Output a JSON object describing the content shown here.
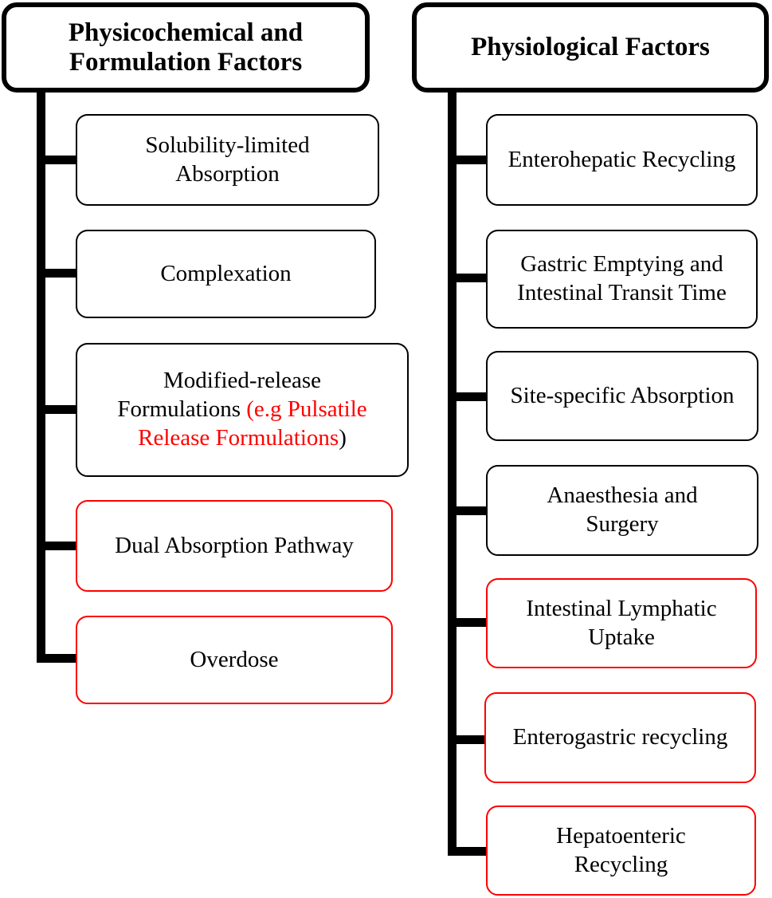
{
  "colors": {
    "black": "#000000",
    "red": "#fe0000"
  },
  "left_column": {
    "header": "Physicochemical and\nFormulation Factors",
    "items": [
      {
        "label": "Solubility-limited\nAbsorption",
        "border": "black"
      },
      {
        "label": "Complexation",
        "border": "black"
      },
      {
        "border": "black",
        "segments": [
          {
            "text": "Modified-release\nFormulations ",
            "color": "black"
          },
          {
            "text": "(e.g Pulsatile\nRelease Formulations",
            "color": "red"
          },
          {
            "text": ")",
            "color": "black"
          }
        ]
      },
      {
        "label": "Dual Absorption Pathway",
        "border": "red"
      },
      {
        "label": "Overdose",
        "border": "red"
      }
    ]
  },
  "right_column": {
    "header": "Physiological Factors",
    "items": [
      {
        "label": "Enterohepatic Recycling",
        "border": "black"
      },
      {
        "label": "Gastric Emptying and\nIntestinal Transit Time",
        "border": "black"
      },
      {
        "label": "Site-specific Absorption",
        "border": "black"
      },
      {
        "label": "Anaesthesia and\nSurgery",
        "border": "black"
      },
      {
        "label": "Intestinal Lymphatic\nUptake",
        "border": "red"
      },
      {
        "label": "Enterogastric recycling",
        "border": "red"
      },
      {
        "label": "Hepatoenteric\nRecycling",
        "border": "red"
      }
    ]
  }
}
